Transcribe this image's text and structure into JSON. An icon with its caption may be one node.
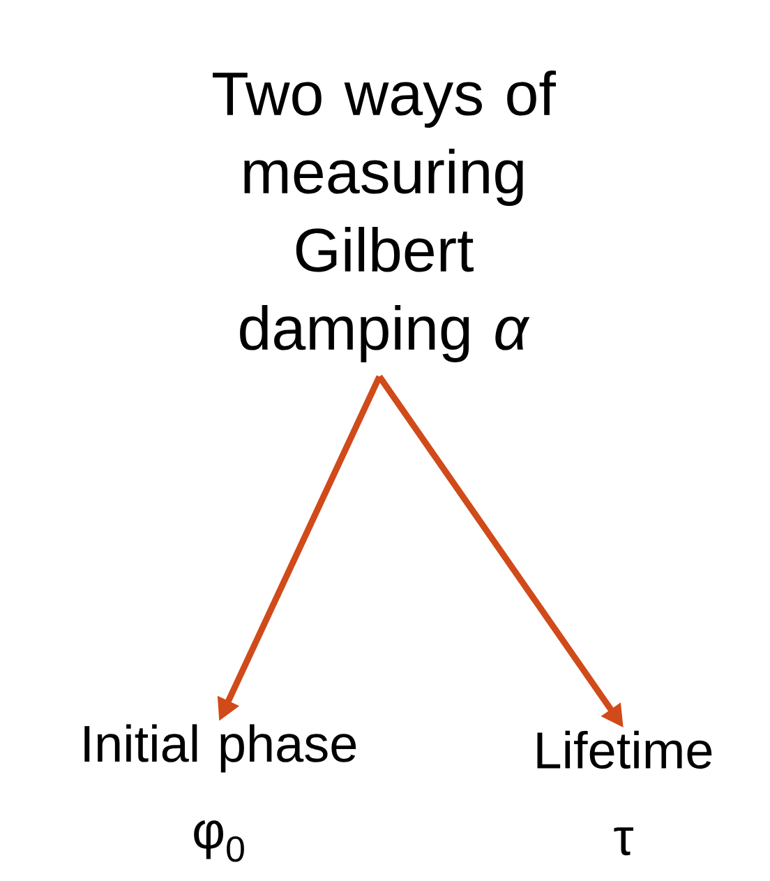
{
  "diagram": {
    "nodes": [
      {
        "text": [
          "Two ways of measuring Gilbert damping *α*"
        ]
      },
      {
        "text": [
          "Initial phase",
          "φ$_{0}$"
        ]
      },
      {
        "text": [
          "Lifetime",
          "τ"
        ]
      }
    ],
    "edges": [
      {
        "from": 0,
        "to": 1,
        "arrow": "to",
        "color": "#d04a1a"
      },
      {
        "from": 0,
        "to": 2,
        "arrow": "to",
        "color": "#d04a1a"
      }
    ]
  }
}
